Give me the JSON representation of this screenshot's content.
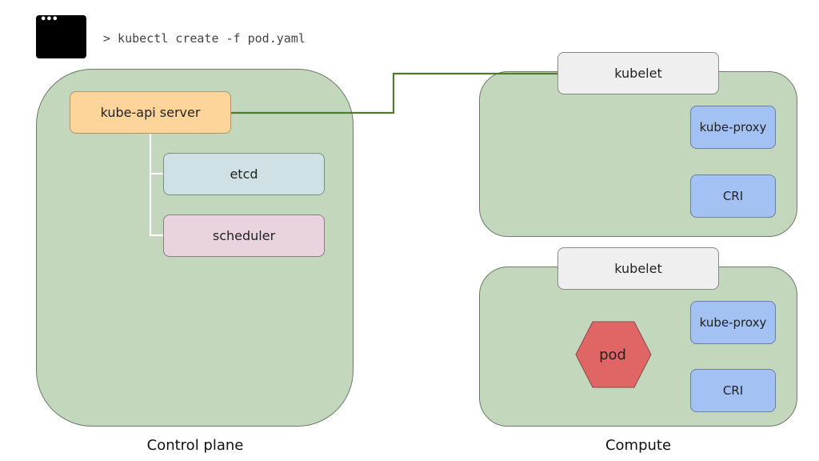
{
  "terminal": {
    "icon": "terminal-window-icon",
    "dots": "•••",
    "command": "> kubectl create -f pod.yaml"
  },
  "control_plane": {
    "label": "Control plane",
    "api_server": "kube-api server",
    "etcd": "etcd",
    "scheduler": "scheduler",
    "color": "#c2d7bb"
  },
  "compute": {
    "label": "Compute",
    "nodes": [
      {
        "kubelet": "kubelet",
        "proxy": "kube-proxy",
        "cri": "CRI"
      },
      {
        "kubelet": "kubelet",
        "proxy": "kube-proxy",
        "cri": "CRI",
        "pod": "pod"
      }
    ]
  },
  "colors": {
    "connector": "#4e7c2c",
    "pod": "#e06666",
    "api": "#fdd59b",
    "proxy_cri": "#a4c1f4"
  }
}
